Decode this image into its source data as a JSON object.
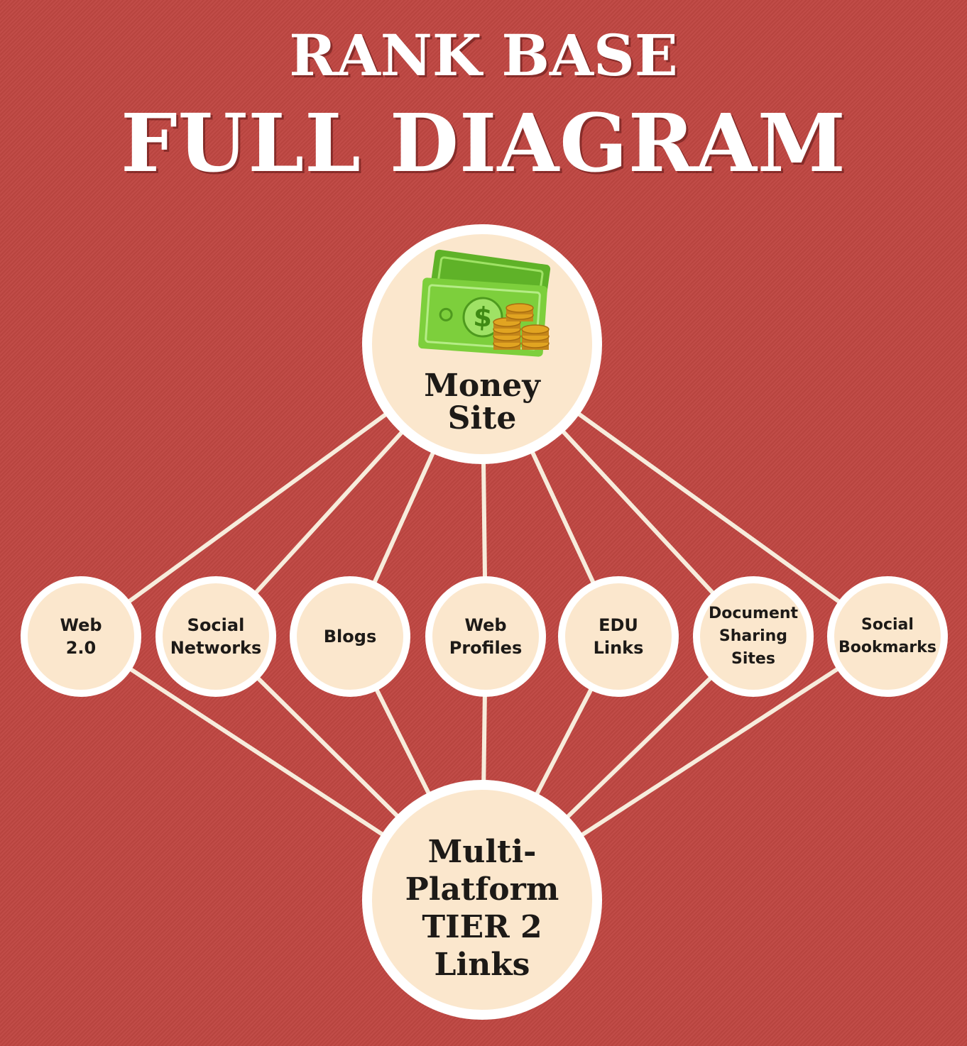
{
  "title": {
    "line1": "RANK BASE",
    "line2": "FULL DIAGRAM"
  },
  "colors": {
    "background": "#bf4641",
    "node_fill": "#fbe7cd",
    "node_border": "#ffffff",
    "connector": "#f7ecdc",
    "bill_green": "#7dcf3c",
    "coin_gold": "#e1a421"
  },
  "top_node": {
    "label": "Money\nSite",
    "icon": "money-cash-icon"
  },
  "middle_nodes": [
    {
      "id": "web20",
      "label": "Web\n2.0"
    },
    {
      "id": "social-networks",
      "label": "Social\nNetworks"
    },
    {
      "id": "blogs",
      "label": "Blogs"
    },
    {
      "id": "web-profiles",
      "label": "Web\nProfiles"
    },
    {
      "id": "edu-links",
      "label": "EDU\nLinks"
    },
    {
      "id": "document-sharing-sites",
      "label": "Document\nSharing\nSites"
    },
    {
      "id": "social-bookmarks",
      "label": "Social\nBookmarks"
    }
  ],
  "bottom_node": {
    "label": "Multi-\nPlatform\nTIER 2\nLinks"
  }
}
